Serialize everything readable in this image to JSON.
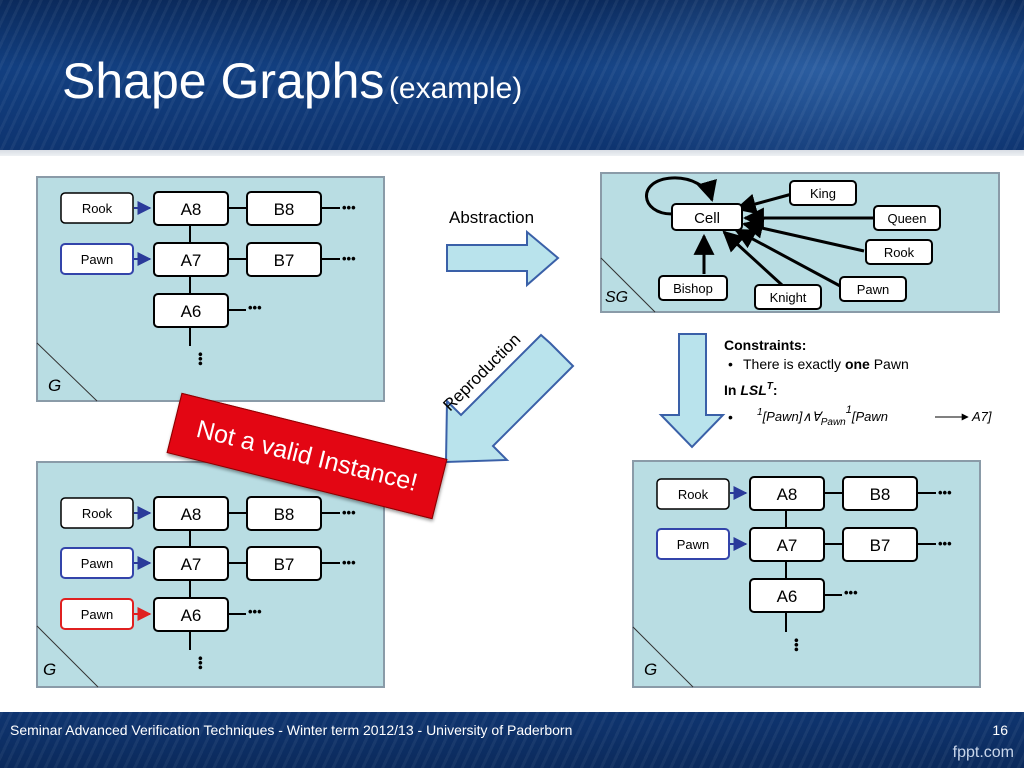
{
  "slide": {
    "title": "Shape Graphs",
    "subtitle": "(example)",
    "footer": "Seminar Advanced Verification Techniques - Winter term 2012/13 - University of Paderborn",
    "page_number": "16",
    "brand": "fppt.com"
  },
  "graph_top_left": {
    "corner_label": "G",
    "labels": [
      "Rook",
      "Pawn"
    ],
    "cells": [
      "A8",
      "B8",
      "A7",
      "B7",
      "A6"
    ],
    "ellipsis": "•••"
  },
  "arrows": {
    "abstraction": "Abstraction",
    "reproduction": "Reproduction"
  },
  "shape_graph": {
    "corner_label": "SG",
    "center": "Cell",
    "nodes": [
      "King",
      "Queen",
      "Rook",
      "Pawn",
      "Knight",
      "Bishop"
    ]
  },
  "constraints": {
    "heading": "Constraints:",
    "bullet1_pre": "There is exactly ",
    "bullet1_bold": "one",
    "bullet1_post": " Pawn",
    "in_label": "In ",
    "logic_name": "LSL",
    "logic_sup": "T",
    "formula_left": "[Pawn]∧∀",
    "formula_sub": "Pawn",
    "formula_sup1": "1",
    "formula_sup2": "1",
    "formula_right": "[Pawn",
    "formula_target": "A7]"
  },
  "graph_bottom_left": {
    "corner_label": "G",
    "labels": [
      "Rook",
      "Pawn",
      "Pawn"
    ],
    "cells": [
      "A8",
      "B8",
      "A7",
      "B7",
      "A6"
    ],
    "ellipsis": "•••"
  },
  "graph_bottom_right": {
    "corner_label": "G",
    "labels": [
      "Rook",
      "Pawn"
    ],
    "cells": [
      "A8",
      "B8",
      "A7",
      "B7",
      "A6"
    ],
    "ellipsis": "•••"
  },
  "warning": "Not a valid Instance!",
  "colors": {
    "panel_fill": "#b9dde3",
    "panel_border": "#8a9ba8",
    "arrow_fill": "#b9e3ec",
    "arrow_stroke": "#3a60a8",
    "pawn_border_blue": "#3344aa",
    "pawn_border_red": "#e02020",
    "warning_red": "#e30613"
  }
}
